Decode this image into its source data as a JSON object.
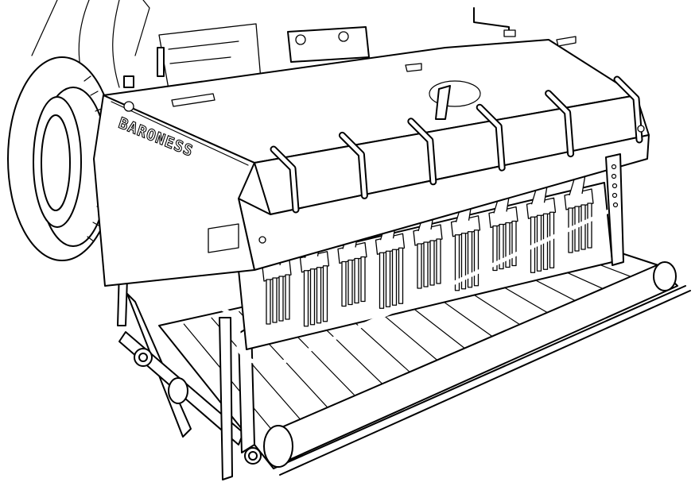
{
  "illustration": {
    "brand_label": "BARONESS",
    "colors": {
      "line": "#000000",
      "background": "#ffffff"
    },
    "parts": {
      "tractor_wheel": "tractor-wheel",
      "hood": "hood-cover",
      "tine_assembly": "tine-assembly",
      "rear_roller": "rear-roller",
      "rack": "roller-rack",
      "guard_bar": "guard-bar"
    },
    "handle_count": 6,
    "rack_slat_count": 14
  }
}
